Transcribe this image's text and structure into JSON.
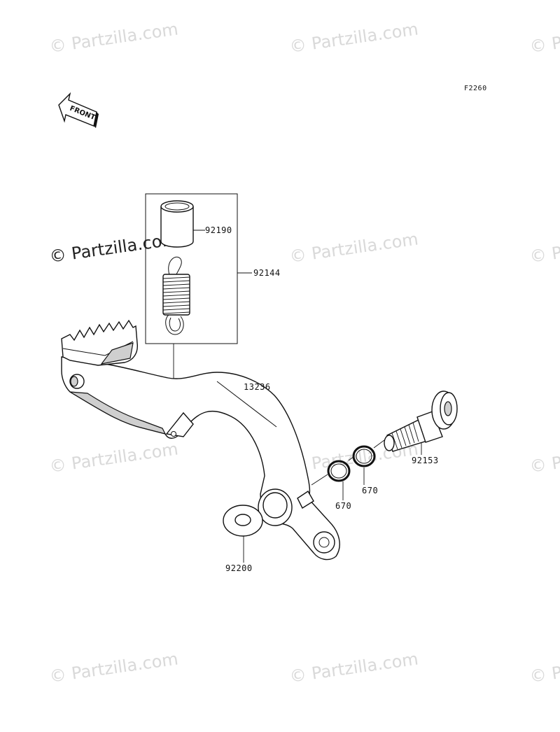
{
  "diagram_code": "F2260",
  "front_arrow_label": "FRONT",
  "watermark_text": "© Partzilla.com",
  "parts": {
    "collar": "92190",
    "spring_kit": "92144",
    "pedal": "13236",
    "shaft": "92153",
    "oring_left": "670",
    "oring_right": "670",
    "washer": "92200"
  }
}
